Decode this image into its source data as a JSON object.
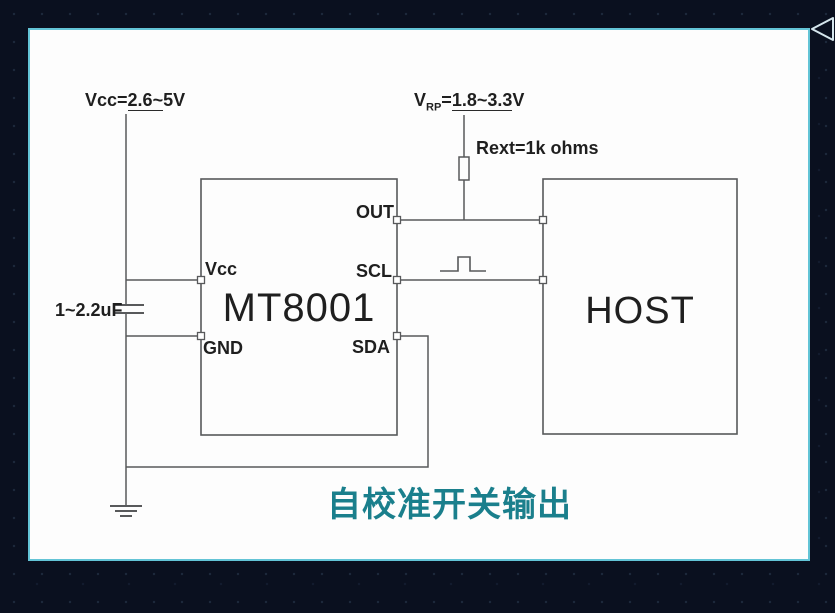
{
  "caption": "自校准开关输出",
  "labels": {
    "vcc_supply": {
      "prefix": "Vcc=",
      "underlined": "2.6~",
      "suffix": "5V"
    },
    "vrp_supply": {
      "base": "V",
      "sub": "RP",
      "eq": "=",
      "underlined": "1.8~3.3",
      "suffix": "V"
    },
    "rext": "Rext=1k ohms",
    "capacitor": "1~2.2uF"
  },
  "chips": {
    "mt8001": {
      "name": "MT8001",
      "pins": {
        "vcc": "Vcc",
        "gnd": "GND",
        "out": "OUT",
        "scl": "SCL",
        "sda": "SDA"
      }
    },
    "host": {
      "name": "HOST"
    }
  },
  "icons": {
    "nav_arrow": "left-outline-triangle",
    "ground": "earth-ground",
    "pulse": "clock-pulse"
  },
  "colors": {
    "caption": "#1a7f8c",
    "wire": "#58595b",
    "panel_border": "#63c4d6",
    "background": "#0a101f"
  }
}
